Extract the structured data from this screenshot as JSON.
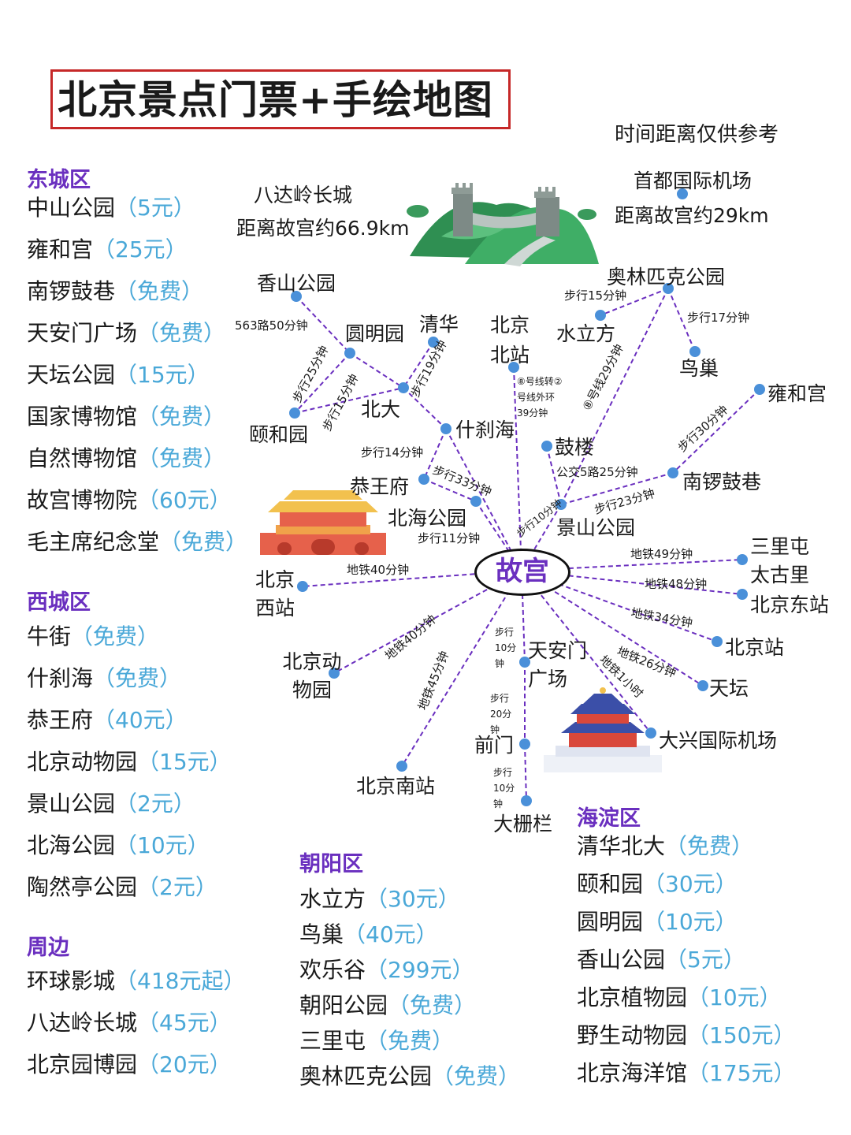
{
  "title": "北京景点门票+手绘地图",
  "note": "时间距离仅供参考",
  "colors": {
    "district": "#6a2fbf",
    "price": "#4aa8d8",
    "line": "#6a2fbf",
    "node": "#4a90d9",
    "title_border": "#c62828"
  },
  "districts": {
    "dongcheng": {
      "name": "东城区",
      "items": [
        {
          "name": "中山公园",
          "price": "（5元）"
        },
        {
          "name": "雍和宫",
          "price": "（25元）"
        },
        {
          "name": "南锣鼓巷",
          "price": "（免费）"
        },
        {
          "name": "天安门广场",
          "price": "（免费）"
        },
        {
          "name": "天坛公园",
          "price": "（15元）"
        },
        {
          "name": "国家博物馆",
          "price": "（免费）"
        },
        {
          "name": "自然博物馆",
          "price": "（免费）"
        },
        {
          "name": "故宫博物院",
          "price": "（60元）"
        },
        {
          "name": "毛主席纪念堂",
          "price": "（免费）"
        }
      ]
    },
    "xicheng": {
      "name": "西城区",
      "items": [
        {
          "name": "牛街",
          "price": "（免费）"
        },
        {
          "name": "什刹海",
          "price": "（免费）"
        },
        {
          "name": "恭王府",
          "price": "（40元）"
        },
        {
          "name": "北京动物园",
          "price": "（15元）"
        },
        {
          "name": "景山公园",
          "price": "（2元）"
        },
        {
          "name": "北海公园",
          "price": "（10元）"
        },
        {
          "name": "陶然亭公园",
          "price": "（2元）"
        }
      ]
    },
    "zhoubian": {
      "name": "周边",
      "items": [
        {
          "name": "环球影城",
          "price": "（418元起）"
        },
        {
          "name": "八达岭长城",
          "price": "（45元）"
        },
        {
          "name": "北京园博园",
          "price": "（20元）"
        }
      ]
    },
    "chaoyang": {
      "name": "朝阳区",
      "items": [
        {
          "name": "水立方",
          "price": "（30元）"
        },
        {
          "name": "鸟巢",
          "price": "（40元）"
        },
        {
          "name": "欢乐谷",
          "price": "（299元）"
        },
        {
          "name": "朝阳公园",
          "price": "（免费）"
        },
        {
          "name": "三里屯",
          "price": "（免费）"
        },
        {
          "name": "奥林匹克公园",
          "price": "（免费）"
        }
      ]
    },
    "haidian": {
      "name": "海淀区",
      "items": [
        {
          "name": "清华北大",
          "price": "（免费）"
        },
        {
          "name": "颐和园",
          "price": "（30元）"
        },
        {
          "name": "圆明园",
          "price": "（10元）"
        },
        {
          "name": "香山公园",
          "price": "（5元）"
        },
        {
          "name": "北京植物园",
          "price": "（10元）"
        },
        {
          "name": "野生动物园",
          "price": "（150元）"
        },
        {
          "name": "北京海洋馆",
          "price": "（175元）"
        }
      ]
    }
  },
  "map": {
    "center": "故宫",
    "badaling": {
      "name": "八达岭长城",
      "distance": "距离故宫约66.9km"
    },
    "airport": {
      "name": "首都国际机场",
      "distance": "距离故宫约29km"
    },
    "places": {
      "xiangshan": "香山公园",
      "yuanmingyuan": "圆明园",
      "qinghua": "清华",
      "beida": "北大",
      "yiheyuan": "颐和园",
      "shichahai": "什刹海",
      "gongwangfu": "恭王府",
      "beihai": "北海公园",
      "beijingxi": "北京西站",
      "beijingbei": "北京北站",
      "shuilifang": "水立方",
      "aolinpike": "奥林匹克公园",
      "niaochao": "鸟巢",
      "yonghegong": "雍和宫",
      "gulou": "鼓楼",
      "nanluo": "南锣鼓巷",
      "jingshan": "景山公园",
      "sanlitun": "三里屯太古里",
      "beijingdong": "北京东站",
      "beijingzhan": "北京站",
      "tiantan": "天坛",
      "daxing": "大兴国际机场",
      "tiananmen": "天安门广场",
      "qianmen": "前门",
      "dashilan": "大栅栏",
      "beijingnan": "北京南站",
      "dongwuyuan": "北京动物园"
    },
    "routes": {
      "r563": "563路50分钟",
      "walk25": "步行25分钟",
      "walk15a": "步行15分钟",
      "walk19": "步行19分钟",
      "walk14": "步行14分钟",
      "walk33": "步行33分钟",
      "walk11": "步行11分钟",
      "walk10a": "步行10分钟",
      "metro40a": "地铁40分钟",
      "line8": "⑧号线转②号线外环39分钟",
      "line8b": "⑧号线29分钟",
      "walk15b": "步行15分钟",
      "walk17": "步行17分钟",
      "walk30": "步行30分钟",
      "bus5": "公交5路25分钟",
      "walk23": "步行23分钟",
      "metro49": "地铁49分钟",
      "metro48": "地铁48分钟",
      "metro34": "地铁34分钟",
      "metro26": "地铁26分钟",
      "metro1h": "地铁1小时",
      "walk10b": "步行10分钟",
      "walk20": "步行20分钟",
      "walk10c": "步行10分钟",
      "metro45": "地铁45分钟",
      "metro40b": "地铁40分钟"
    }
  }
}
